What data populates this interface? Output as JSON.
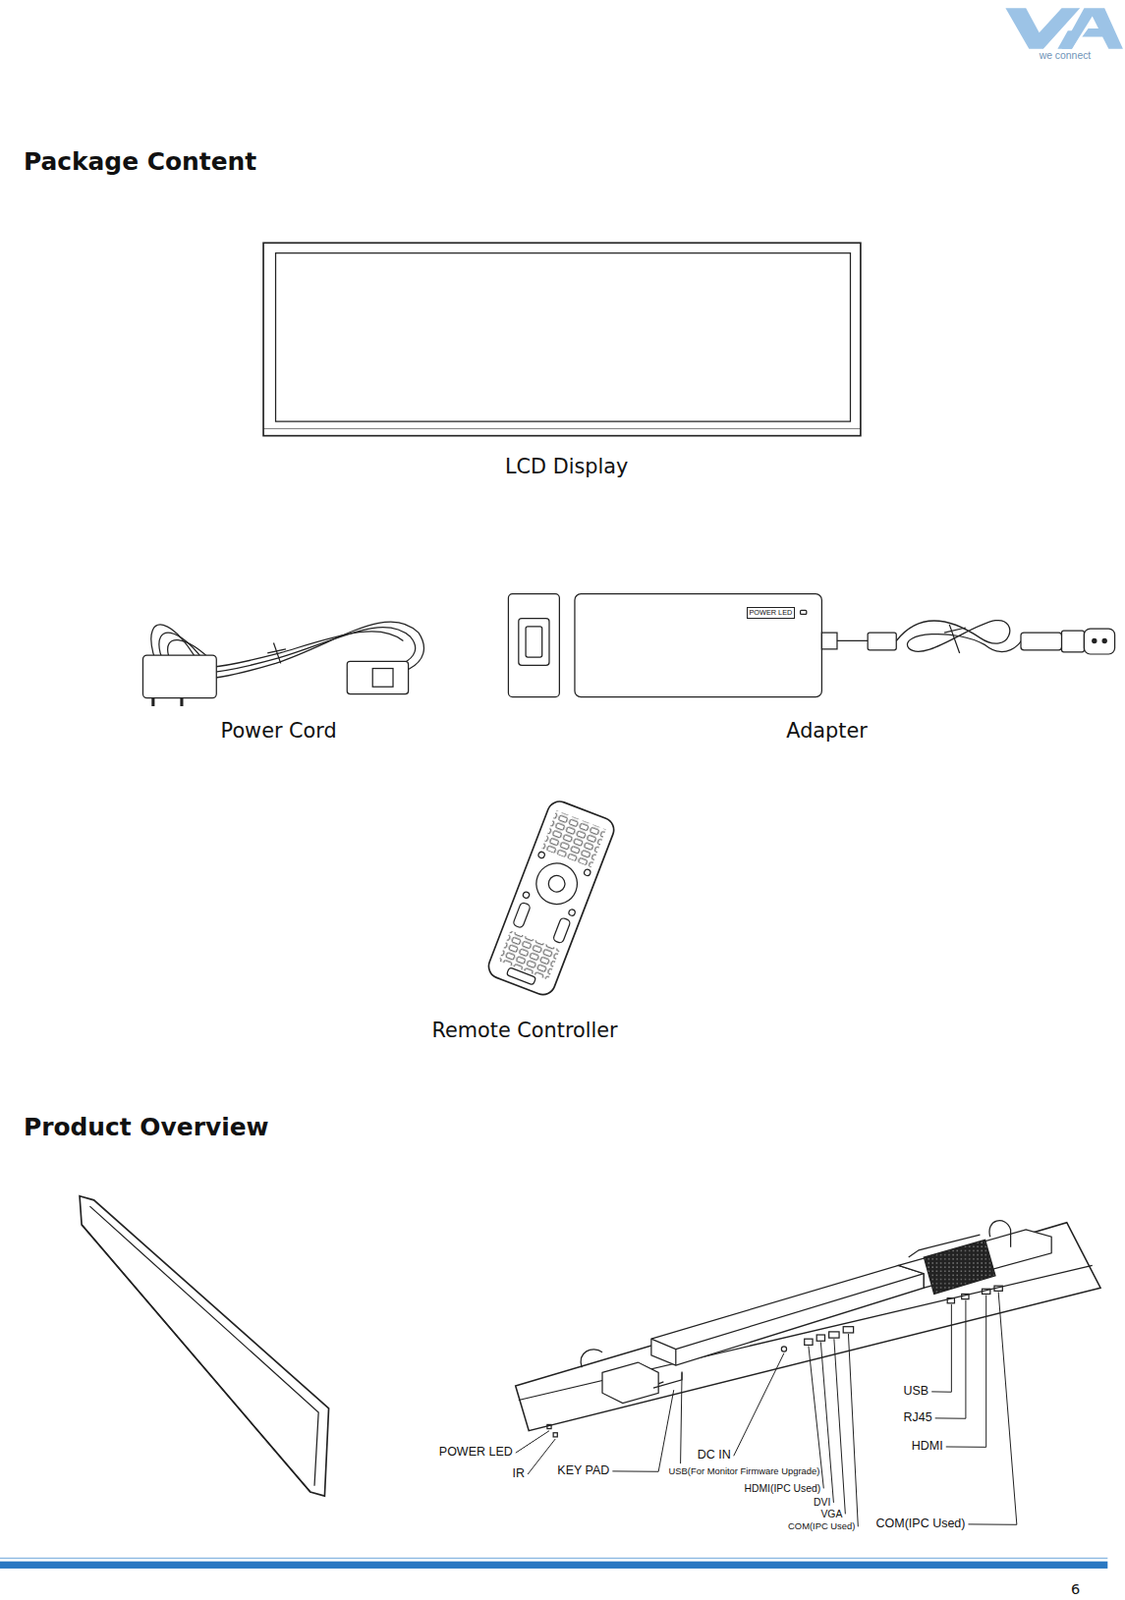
{
  "diagram": {
    "title": "Package Content",
    "labels": [
      "we connect",
      "LCD Display",
      "Power Cord",
      "POWER LED",
      "Adapter",
      "Remote Controller",
      "Product Overview",
      "USB",
      "RJ45",
      "HDMI",
      "DC IN",
      "USB(For Monitor Firmware Upgrade)",
      "HDMI(IPC Used)",
      "DVI",
      "VGA",
      "COM(IPC Used)",
      "COM(IPC Used)",
      "POWER LED",
      "IR",
      "KEY PAD",
      "6"
    ]
  }
}
